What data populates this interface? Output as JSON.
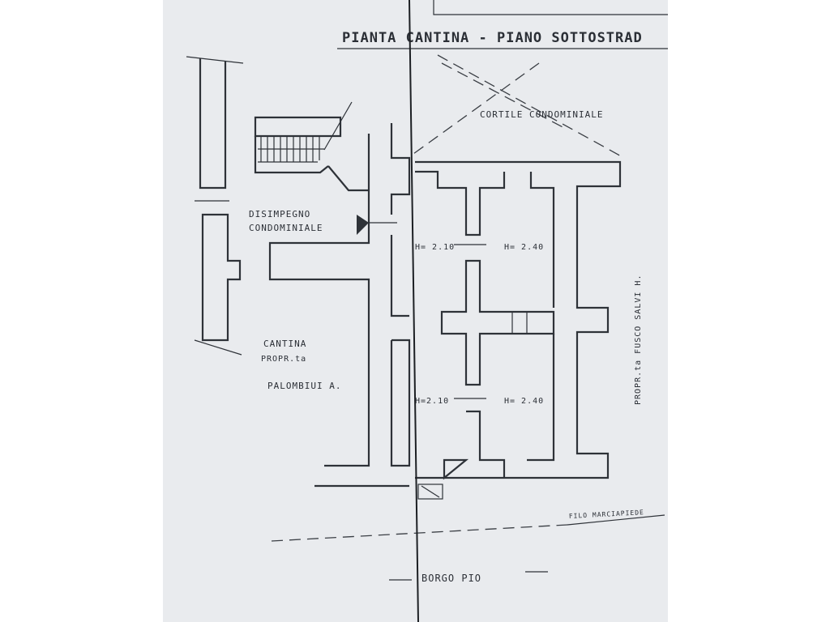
{
  "title": "PIANTA CANTINA - PIANO SOTTOSTRAD",
  "labels": {
    "cortile": "CORTILE CONDOMINIALE",
    "disimpegno_1": "DISIMPEGNO",
    "disimpegno_2": "CONDOMINIALE",
    "cantina_1": "CANTINA",
    "cantina_2": "PROPR.ta",
    "cantina_3": "PALOMBIUI A.",
    "h_top_left": "H= 2.10",
    "h_top_right": "H= 2.40",
    "h_bot_left": "H=2.10",
    "h_bot_right": "H= 2.40",
    "proprieta_right": "PROPR.ta FUSCO SALVI H.",
    "filo": "FILO MARCIAPIEDE",
    "street": "BORGO PIO"
  }
}
